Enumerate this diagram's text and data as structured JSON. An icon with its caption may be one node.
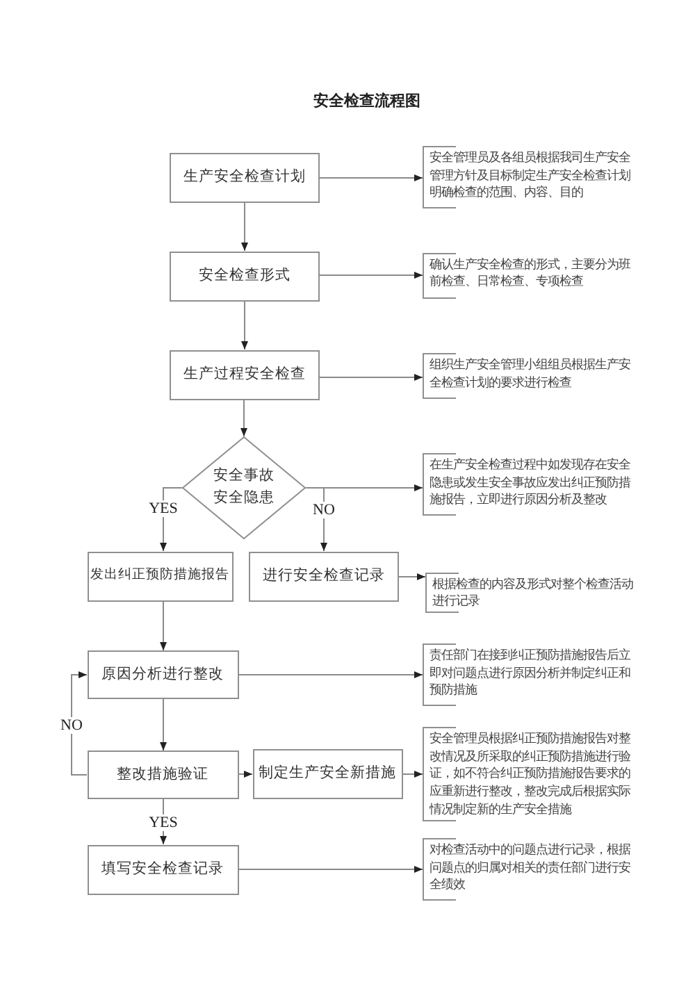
{
  "diagram": {
    "title": "安全检查流程图",
    "nodes": [
      {
        "text": [
          "生产安全检查计划"
        ]
      },
      {
        "text": [
          "安全管理员及各组员根据我司生产安全管理方针及目标制定生产安全检查计划明确检查的范围、内容、目的"
        ]
      },
      {
        "text": [
          "安全检查形式"
        ]
      },
      {
        "text": [
          "确认生产安全检查的形式，主要分为班前检查、日常检查、专项检查"
        ]
      },
      {
        "text": [
          "生产过程安全检查"
        ]
      },
      {
        "text": [
          "组织生产安全管理小组组员根据生产安全检查计划的要求进行检查"
        ]
      },
      {
        "text": [
          "安全事故安全隐患"
        ]
      },
      {
        "text": [
          "在生产安全检查过程中如发现存在安全隐患或发生安全事故应发出纠正预防措施报告，立即进行原因分析及整改"
        ]
      },
      {
        "text": [
          "发出纠正预防措施报告"
        ]
      },
      {
        "text": [
          "进行安全检查记录"
        ]
      },
      {
        "text": [
          "根据检查的内容及形式对整个检查活动进行记录"
        ]
      },
      {
        "text": [
          "原因分析进行整改"
        ]
      },
      {
        "text": [
          "责任部门在接到纠正预防措施报告后立即对问题点进行原因分析并制定纠正和预防措施"
        ]
      },
      {
        "text": [
          "整改措施验证"
        ]
      },
      {
        "text": [
          "制定生产安全新措施"
        ]
      },
      {
        "text": [
          "安全管理员根据纠正预防措施报告对整改情况及所采取的纠正预防措施进行验证，如不符合纠正预防措施报告要求的应重新进行整改，整改完成后根据实际情况制定新的生产安全措施"
        ]
      },
      {
        "text": [
          "填写安全检查记录"
        ]
      },
      {
        "text": [
          "对检查活动中的问题点进行记录，根据问题点的归属对相关的责任部门进行安全绩效"
        ]
      }
    ],
    "edges": [
      {
        "from": 0,
        "to": 1,
        "arrow": "to"
      },
      {
        "from": 0,
        "to": 2,
        "arrow": "to"
      },
      {
        "from": 2,
        "to": 3,
        "arrow": "to"
      },
      {
        "from": 2,
        "to": 4,
        "arrow": "to"
      },
      {
        "from": 4,
        "to": 5,
        "arrow": "to"
      },
      {
        "from": 4,
        "to": 6,
        "arrow": "to"
      },
      {
        "from": 6,
        "to": 7,
        "arrow": "to"
      },
      {
        "from": 6,
        "to": 8,
        "arrow": "to",
        "label": "YES"
      },
      {
        "from": 6,
        "to": 9,
        "arrow": "to",
        "label": "NO"
      },
      {
        "from": 9,
        "to": 10,
        "arrow": "to"
      },
      {
        "from": 8,
        "to": 11,
        "arrow": "to"
      },
      {
        "from": 11,
        "to": 12,
        "arrow": "to"
      },
      {
        "from": 11,
        "to": 13,
        "arrow": "to"
      },
      {
        "from": 13,
        "to": 11,
        "arrow": "to",
        "label": "NO"
      },
      {
        "from": 13,
        "to": 14,
        "arrow": "to"
      },
      {
        "from": 14,
        "to": 15,
        "arrow": "to"
      },
      {
        "from": 13,
        "to": 16,
        "arrow": "to",
        "label": "YES"
      },
      {
        "from": 16,
        "to": 17,
        "arrow": "to"
      }
    ]
  }
}
